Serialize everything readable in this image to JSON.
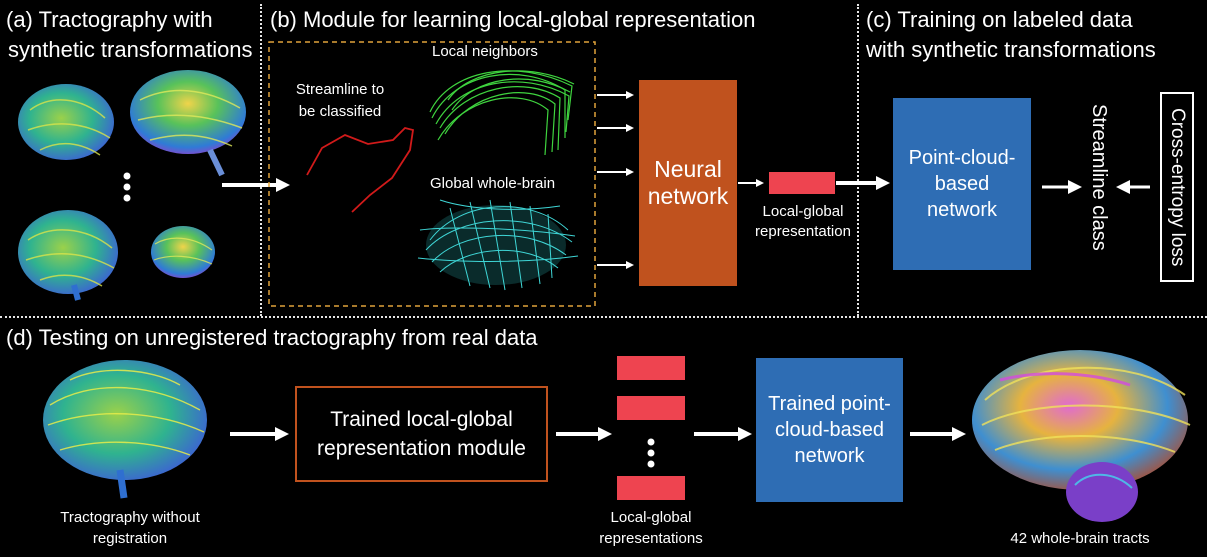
{
  "panels": {
    "a": {
      "title_line1": "(a)  Tractography with",
      "title_line2": "synthetic transformations"
    },
    "b": {
      "title": "(b)  Module for learning local-global representation",
      "streamline_label_1": "Streamline to",
      "streamline_label_2": "be classified",
      "local_neighbors": "Local neighbors",
      "global_label": "Global whole-brain",
      "network_line1": "Neural",
      "network_line2": "network",
      "rep_line1": "Local-global",
      "rep_line2": "representation"
    },
    "c": {
      "title_line1": "(c)  Training on labeled data",
      "title_line2": "with synthetic transformations",
      "network_line1": "Point-cloud-",
      "network_line2": "based",
      "network_line3": "network",
      "output_label": "Streamline class",
      "loss_label": "Cross-entropy loss"
    },
    "d": {
      "title": "(d)  Testing on unregistered tractography from real data",
      "input_line1": "Tractography without",
      "input_line2": "registration",
      "module_line1": "Trained local-global",
      "module_line2": "representation module",
      "reps_line1": "Local-global",
      "reps_line2": "representations",
      "network_line1": "Trained point-",
      "network_line2": "cloud-based",
      "network_line3": "network",
      "output_label": "42 whole-brain tracts"
    }
  },
  "colors": {
    "neural_network": "#c0521e",
    "point_cloud_network": "#2e6db4",
    "representation": "#ee4450",
    "module_border": "#c0521e",
    "dashed_box": "#e0a33a",
    "streamline": "#d11a1a",
    "local_neighbors": "#3fd43f",
    "global_brain": "#3fd6d6"
  }
}
